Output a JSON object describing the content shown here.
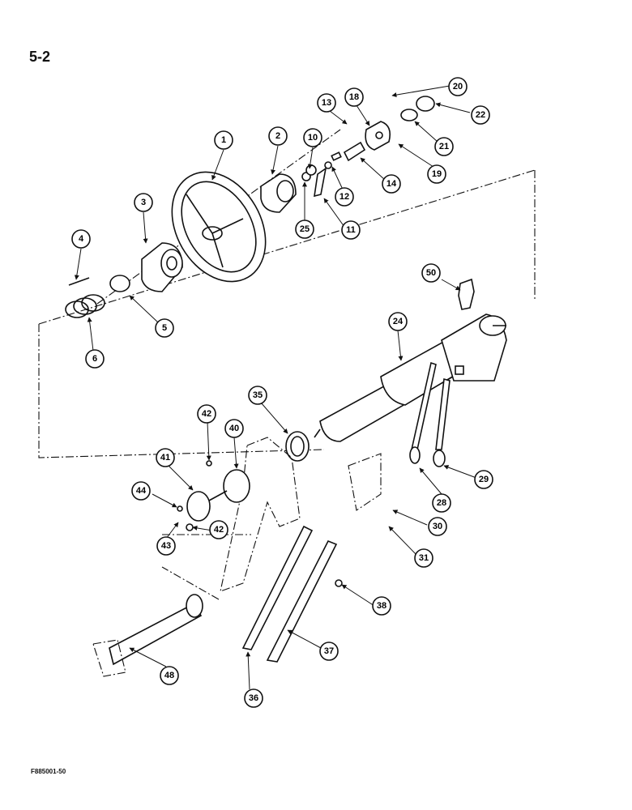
{
  "page_label": "5-2",
  "figure_code": "F885001-50",
  "callouts": [
    "1",
    "2",
    "3",
    "4",
    "5",
    "6",
    "10",
    "11",
    "12",
    "13",
    "14",
    "18",
    "19",
    "20",
    "21",
    "22",
    "24",
    "25",
    "28",
    "29",
    "30",
    "31",
    "35",
    "36",
    "37",
    "38",
    "40",
    "41",
    "42",
    "42",
    "43",
    "44",
    "48",
    "50"
  ]
}
